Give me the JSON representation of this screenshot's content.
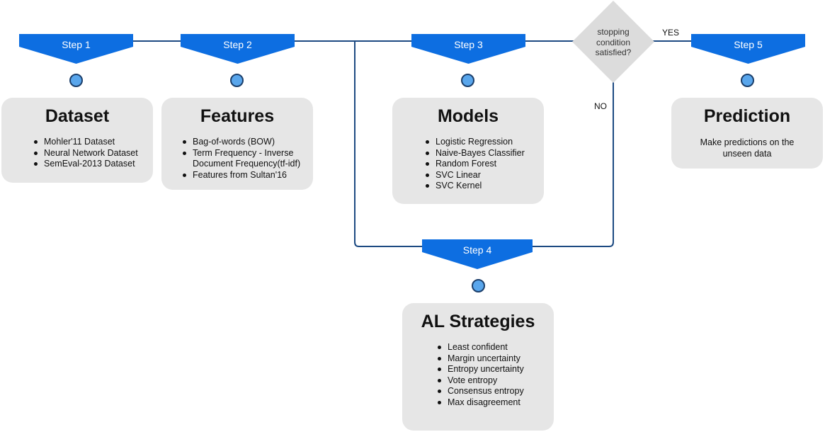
{
  "steps": {
    "step1": "Step 1",
    "step2": "Step 2",
    "step3": "Step 3",
    "step4": "Step 4",
    "step5": "Step 5"
  },
  "dataset": {
    "title": "Dataset",
    "items": [
      "Mohler'11 Dataset",
      "Neural Network Dataset",
      "SemEval-2013 Dataset"
    ]
  },
  "features": {
    "title": "Features",
    "items": [
      "Bag-of-words (BOW)",
      "Term Frequency - Inverse Document Frequency(tf-idf)",
      "Features from Sultan'16"
    ]
  },
  "models": {
    "title": "Models",
    "items": [
      "Logistic Regression",
      "Naive-Bayes Classifier",
      "Random Forest",
      "SVC Linear",
      "SVC Kernel"
    ]
  },
  "prediction": {
    "title": "Prediction",
    "text": "Make predictions on the unseen data"
  },
  "al_strategies": {
    "title": "AL Strategies",
    "items": [
      "Least confident",
      "Margin uncertainty",
      "Entropy uncertainty",
      "Vote entropy",
      "Consensus entropy",
      "Max disagreement"
    ]
  },
  "decision": {
    "text": "stopping condition satisfied?",
    "yes_label": "YES",
    "no_label": "NO"
  },
  "colors": {
    "banner": "#0d6ee1",
    "dot_fill": "#59a6ec",
    "dot_border": "#1b3e6a",
    "connector": "#1d4a82",
    "card": "#e6e6e6",
    "decision": "#dcdcdc"
  }
}
